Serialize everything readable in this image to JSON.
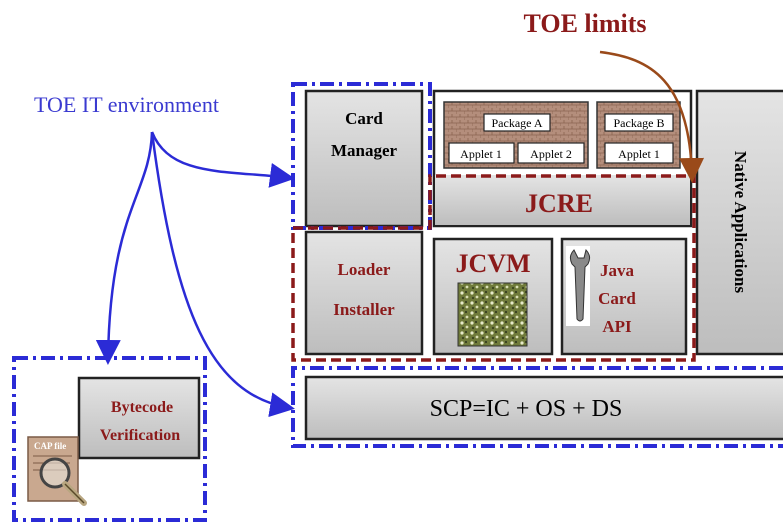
{
  "labels": {
    "toe_limits": "TOE limits",
    "toe_it_environment": "TOE IT environment",
    "card_manager_line1": "Card",
    "card_manager_line2": "Manager",
    "package_a": "Package A",
    "package_b": "Package B",
    "applet_1a": "Applet 1",
    "applet_2a": "Applet 2",
    "applet_1b": "Applet 1",
    "jcre": "JCRE",
    "native_applications": "Native Applications",
    "loader": "Loader",
    "installer": "Installer",
    "jcvm": "JCVM",
    "java_card_api_line1": "Java",
    "java_card_api_line2": "Card",
    "java_card_api_line3": "API",
    "scp": "SCP=IC + OS + DS",
    "bytecode_line1": "Bytecode",
    "bytecode_line2": "Verification",
    "cap_file": "CAP file"
  },
  "colors": {
    "toe_limits": "#8b1a1a",
    "blue_boundary": "#2b2bd6",
    "env_text": "#3a3ad0",
    "dark_red_text": "#8b1a1a",
    "box_gray": "#cfcfcf",
    "box_border": "#222222",
    "brick": "#b08a78"
  }
}
